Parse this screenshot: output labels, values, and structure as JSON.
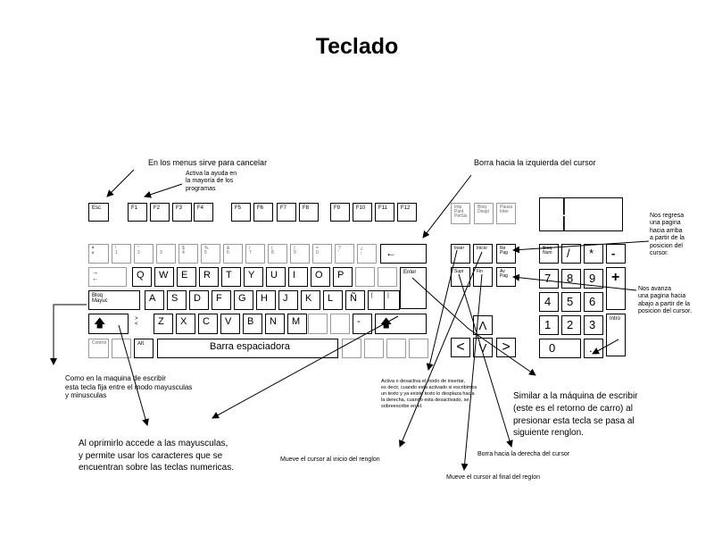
{
  "title": "Teclado",
  "fkeys": [
    "Esc",
    "F1",
    "F2",
    "F3",
    "F4",
    "F5",
    "F6",
    "F7",
    "F8",
    "F9",
    "F10",
    "F11",
    "F12"
  ],
  "letters_row1": [
    "Q",
    "W",
    "E",
    "R",
    "T",
    "Y",
    "U",
    "I",
    "O",
    "P"
  ],
  "letters_row2": [
    "A",
    "S",
    "D",
    "F",
    "G",
    "H",
    "J",
    "K",
    "L",
    "Ñ"
  ],
  "letters_row3": [
    "Z",
    "X",
    "C",
    "V",
    "B",
    "N",
    "M"
  ],
  "keys": {
    "enter": "Enter",
    "backspace": "←",
    "tab_top": "→",
    "tab_bottom": "←",
    "bloq_mayus": "Bloq\nMayuc",
    "shift_left": "🡅",
    "shift_right": "🡅",
    "alt": "Alt",
    "space": "Barra espaciadora",
    "top_left_key": "ª\nº",
    "open_brace": "[",
    "close_brace": "]",
    "less_greater": ">\n<",
    "dash": "-",
    "insert": "Inser",
    "home": "Inicio",
    "pgup": "Re\nPag",
    "delete": "Supr",
    "end": "Fin",
    "pgdn": "Av\nPag",
    "up": "Λ",
    "left": "<",
    "down": "V",
    "right": ">",
    "num_lock": "Bloq\nNum",
    "slash": "/",
    "star": "*",
    "minus": "-",
    "plus": "+",
    "n7": "7",
    "n8": "8",
    "n9": "9",
    "n4": "4",
    "n5": "5",
    "n6": "6",
    "n1": "1",
    "n2": "2",
    "n3": "3",
    "n0": "0",
    "dot": ".",
    "intro": "Intro",
    "imp_pant": "Imp\nPant\nPetSis",
    "bloq_despl": "Bloq\nDespl",
    "pausa": "Pausa\nInter",
    "ctrl": "Control",
    "faint_num_row": [
      "!\n1",
      "\"\n2",
      "·\n3",
      "$\n4",
      "%\n5",
      "&\n6",
      "/\n7",
      "(\n8",
      ")\n9",
      "=\n0",
      "?\n'",
      "¿\n¡"
    ]
  },
  "notes": {
    "esc": "En los menus sirve para cancelar",
    "f1": "Activa la ayuda en\nla mayoría de los\nprogramas",
    "backspace": "Borra hacia la izquierda del cursor",
    "pgup": "Nos regresa\nuna pagina\nhacia arriba\na partir de la\nposicion del\ncursor.",
    "pgdn": "Nos avanza\nuna pagina hacia\nabajo a partir de la\nposicion del cursor.",
    "capslock": "Como en la maquina de escribir\nesta tecla fija entre el modo mayusculas\ny minusculas",
    "insert": "Activa o desactiva el modo de insertar,\nes decir, cuando esta activado si escribimos\nun texto y ya existe texto lo desplaza hacia\nla derecha, cuando esta desactivado, se\nsobreescribe en el.",
    "enter": "Similar a la máquina de escribir\n(este es el retorno de carro) al\npresionar esta tecla se pasa al\nsiguiente renglon.",
    "shift": "Al oprimirlo accede a las mayusculas,\ny permite usar los caracteres que se\nencuentran sobre las teclas numericas.",
    "home": "Mueve el cursor al inicio del renglon",
    "delete": "Borra hacia la derecha del cursor",
    "end": "Mueve el cursor al final del regIon"
  }
}
